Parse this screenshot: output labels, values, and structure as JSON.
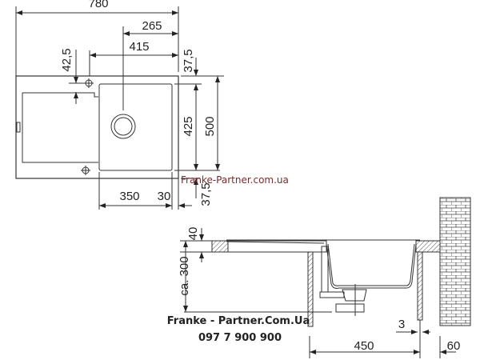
{
  "top_view": {
    "dim_total_width": "780",
    "dim_drain_offset": "265",
    "dim_tap_offset": "415",
    "dim_tap_edge": "42,5",
    "dim_top_margin": "37,5",
    "dim_bowl_depth": "425",
    "dim_total_depth": "500",
    "dim_bottom_margin": "37,5",
    "dim_bowl_width": "350",
    "dim_right_margin": "30",
    "watermark": "Franke-Partner.com.ua"
  },
  "side_view": {
    "dim_counter_thickness": "40",
    "dim_height": "ca. 300",
    "dim_gap": "3",
    "dim_cabinet": "450",
    "dim_wall": "60"
  },
  "branding": {
    "site": "Franke - Partner.Com.Ua",
    "phone": "097 7 900 900"
  }
}
